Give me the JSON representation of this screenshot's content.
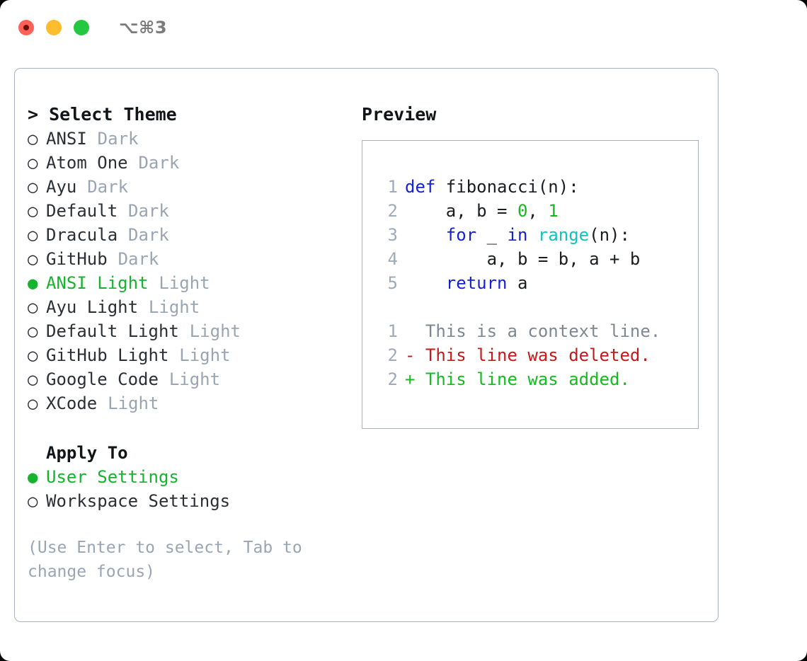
{
  "titlebar": {
    "shortcut": "⌥⌘3",
    "buttons": [
      {
        "name": "close",
        "color": "#ff6159"
      },
      {
        "name": "minimize",
        "color": "#ffbd2e"
      },
      {
        "name": "zoom",
        "color": "#23c840"
      }
    ]
  },
  "theme_picker": {
    "heading": "> Select Theme",
    "bullet_off": "○",
    "bullet_on": "●",
    "items": [
      {
        "bullet": "○",
        "label": "ANSI",
        "tag": "Dark",
        "selected": false
      },
      {
        "bullet": "○",
        "label": "Atom One",
        "tag": "Dark",
        "selected": false
      },
      {
        "bullet": "○",
        "label": "Ayu",
        "tag": "Dark",
        "selected": false
      },
      {
        "bullet": "○",
        "label": "Default",
        "tag": "Dark",
        "selected": false
      },
      {
        "bullet": "○",
        "label": "Dracula",
        "tag": "Dark",
        "selected": false
      },
      {
        "bullet": "○",
        "label": "GitHub",
        "tag": "Dark",
        "selected": false
      },
      {
        "bullet": "●",
        "label": "ANSI Light",
        "tag": "Light",
        "selected": true
      },
      {
        "bullet": "○",
        "label": "Ayu Light",
        "tag": "Light",
        "selected": false
      },
      {
        "bullet": "○",
        "label": "Default Light",
        "tag": "Light",
        "selected": false
      },
      {
        "bullet": "○",
        "label": "GitHub Light",
        "tag": "Light",
        "selected": false
      },
      {
        "bullet": "○",
        "label": "Google Code",
        "tag": "Light",
        "selected": false
      },
      {
        "bullet": "○",
        "label": "XCode",
        "tag": "Light",
        "selected": false
      }
    ]
  },
  "apply_to": {
    "heading": "Apply To",
    "items": [
      {
        "bullet": "●",
        "label": "User Settings",
        "selected": true
      },
      {
        "bullet": "○",
        "label": "Workspace Settings",
        "selected": false
      }
    ]
  },
  "hint": "(Use Enter to select, Tab to change focus)",
  "preview": {
    "title": "Preview",
    "code_lines": [
      {
        "no": "1",
        "tokens": [
          {
            "t": "def ",
            "c": "kw"
          },
          {
            "t": "fibonacci(n):",
            "c": "plain"
          }
        ]
      },
      {
        "no": "2",
        "tokens": [
          {
            "t": "    a, b = ",
            "c": "plain"
          },
          {
            "t": "0",
            "c": "num"
          },
          {
            "t": ", ",
            "c": "plain"
          },
          {
            "t": "1",
            "c": "num"
          }
        ]
      },
      {
        "no": "3",
        "tokens": [
          {
            "t": "    ",
            "c": "plain"
          },
          {
            "t": "for",
            "c": "kw"
          },
          {
            "t": " _ ",
            "c": "plain"
          },
          {
            "t": "in",
            "c": "kw"
          },
          {
            "t": " ",
            "c": "plain"
          },
          {
            "t": "range",
            "c": "fn"
          },
          {
            "t": "(n):",
            "c": "plain"
          }
        ]
      },
      {
        "no": "4",
        "tokens": [
          {
            "t": "        a, b = b, a + b",
            "c": "plain"
          }
        ]
      },
      {
        "no": "5",
        "tokens": [
          {
            "t": "    ",
            "c": "plain"
          },
          {
            "t": "return",
            "c": "kw"
          },
          {
            "t": " a",
            "c": "plain"
          }
        ]
      }
    ],
    "diff_lines": [
      {
        "no": "1",
        "marker": "  ",
        "text": "This is a context line.",
        "kind": "ctx"
      },
      {
        "no": "2",
        "marker": "- ",
        "text": "This line was deleted.",
        "kind": "del"
      },
      {
        "no": "2",
        "marker": "+ ",
        "text": "This line was added.",
        "kind": "add"
      }
    ]
  },
  "colors": {
    "accent_green": "#15b32e",
    "muted": "#9aa5b4",
    "border": "#a9b2be",
    "keyword": "#1621d6",
    "function": "#0fc2c0",
    "number": "#16b820",
    "diff_deleted": "#c41a1a",
    "diff_added": "#14bc1f"
  }
}
